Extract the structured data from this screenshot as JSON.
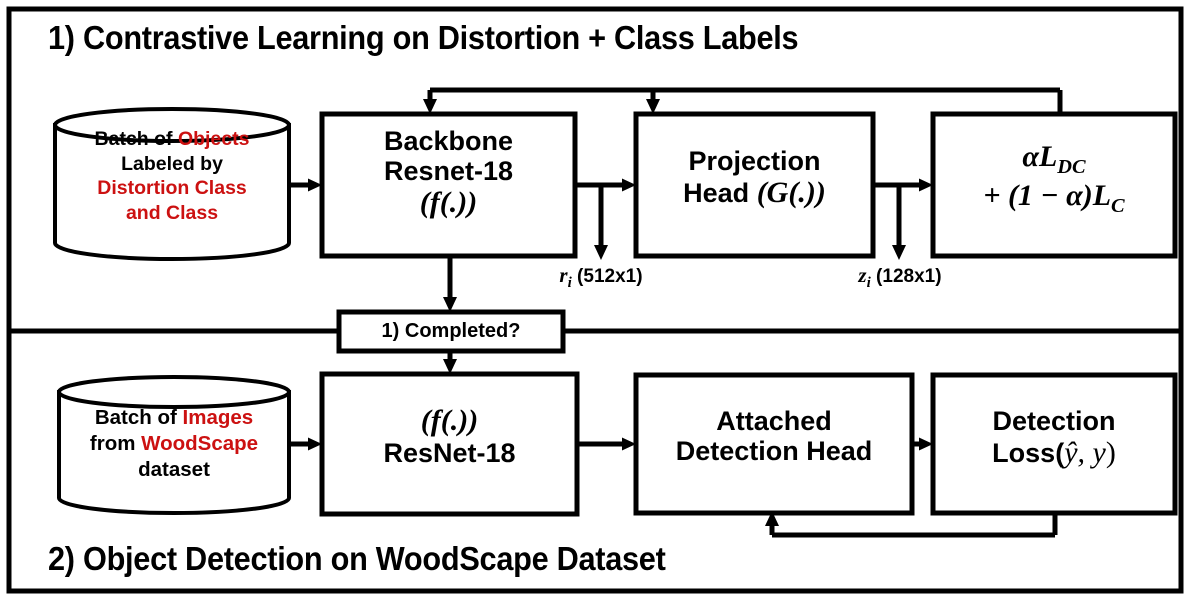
{
  "figure": {
    "type": "flow-diagram",
    "outer_border_color": "#000000",
    "accent_color": "#CC1111",
    "background": "#ffffff"
  },
  "sections": {
    "top": {
      "title": "1) Contrastive Learning on Distortion + Class Labels"
    },
    "bottom": {
      "title": "2) Object Detection on WoodScape Dataset"
    }
  },
  "top_row": {
    "datastore": {
      "line1_plain": "Batch of ",
      "line1_accent": "Objects",
      "line2_plain": "Labeled by",
      "line3_accent": "Distortion Class",
      "line4_accent": "and Class"
    },
    "backbone": {
      "line1": "Backbone",
      "line2": "Resnet-18",
      "line3_math": "(f(.))"
    },
    "projection": {
      "line1": "Projection",
      "line2_plain": "Head ",
      "line2_math": "(G(.))"
    },
    "loss": {
      "line1_math": "αL",
      "line1_sub": "DC",
      "line2_math": "+ (1 − α)L",
      "line2_sub": "C"
    },
    "tap_labels": {
      "r_symbol": "r",
      "r_sub": "i",
      "r_dims": " (512x1)",
      "z_symbol": "z",
      "z_sub": "i",
      "z_dims": " (128x1)"
    }
  },
  "gate": {
    "label": "1) Completed?"
  },
  "bottom_row": {
    "datastore": {
      "line1_plain": "Batch of ",
      "line1_accent": "Images",
      "line2_plain": "from ",
      "line2_accent": "WoodScape",
      "line3_plain": "dataset"
    },
    "encoder": {
      "line1_math": "(f(.))",
      "line2": "ResNet-18"
    },
    "head": {
      "line1": "Attached",
      "line2": "Detection Head"
    },
    "loss": {
      "line1": "Detection",
      "line2_plain": "Loss(",
      "line2_math": "ŷ, y",
      "line2_close": ")"
    }
  },
  "connectors": [
    {
      "name": "datastore-to-backbone",
      "kind": "arrow",
      "direction": "right"
    },
    {
      "name": "backbone-to-projection",
      "kind": "arrow",
      "direction": "right"
    },
    {
      "name": "projection-to-loss",
      "kind": "arrow",
      "direction": "right"
    },
    {
      "name": "backbone-tap-r",
      "kind": "arrow",
      "direction": "down"
    },
    {
      "name": "projection-tap-z",
      "kind": "arrow",
      "direction": "down"
    },
    {
      "name": "loss-feedback-to-backbone",
      "kind": "arrow",
      "direction": "down"
    },
    {
      "name": "loss-feedback-to-projection",
      "kind": "arrow",
      "direction": "down"
    },
    {
      "name": "backbone-to-gate",
      "kind": "arrow",
      "direction": "down"
    },
    {
      "name": "gate-to-encoder",
      "kind": "arrow",
      "direction": "down"
    },
    {
      "name": "datastore2-to-encoder",
      "kind": "arrow",
      "direction": "right"
    },
    {
      "name": "encoder-to-head",
      "kind": "arrow",
      "direction": "right"
    },
    {
      "name": "head-to-loss",
      "kind": "arrow",
      "direction": "right"
    },
    {
      "name": "detection-loss-feedback-to-head",
      "kind": "arrow",
      "direction": "up"
    }
  ]
}
